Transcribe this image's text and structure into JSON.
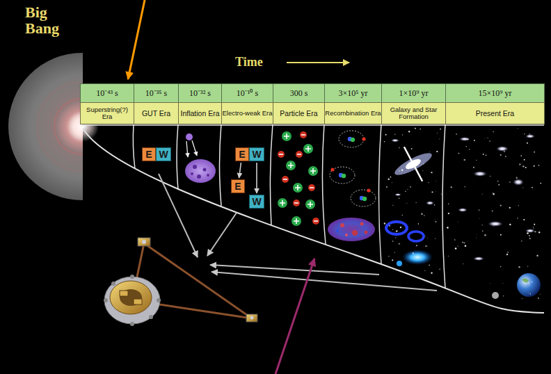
{
  "diagram": {
    "nodes": [
      {
        "text": [
          "10⁻⁴³ s"
        ]
      },
      {
        "text": [
          "10⁻³⁵ s"
        ]
      },
      {
        "text": [
          "10⁻³² s"
        ]
      },
      {
        "text": [
          "10⁻¹⁰ s"
        ]
      },
      {
        "text": [
          "300 s"
        ]
      },
      {
        "text": [
          "3×10⁵ yr"
        ]
      },
      {
        "text": [
          "1×10⁹ yr"
        ]
      },
      {
        "text": [
          "15×10⁹ yr"
        ]
      },
      {
        "text": [
          "Superstring(?) Era"
        ]
      },
      {
        "text": [
          "GUT Era"
        ]
      },
      {
        "text": [
          "Inflation Era"
        ]
      },
      {
        "text": [
          "Electro-weak Era"
        ]
      },
      {
        "text": [
          "Particle Era"
        ]
      },
      {
        "text": [
          "Recombination Era"
        ]
      },
      {
        "text": [
          "Galaxy and Star Formation"
        ]
      },
      {
        "text": [
          "Present Era"
        ]
      },
      {
        "text": [
          "E"
        ]
      },
      {
        "text": [
          "W"
        ]
      },
      {
        "text": [
          "E"
        ]
      },
      {
        "text": [
          "W"
        ]
      },
      {
        "text": [
          "E"
        ]
      },
      {
        "text": [
          "W"
        ]
      }
    ],
    "edges": [
      {
        "from": 18,
        "to": 20,
        "arrow": "to"
      },
      {
        "from": 19,
        "to": 21,
        "arrow": "to"
      }
    ],
    "labels": [
      "Big Bang",
      "Time"
    ]
  }
}
